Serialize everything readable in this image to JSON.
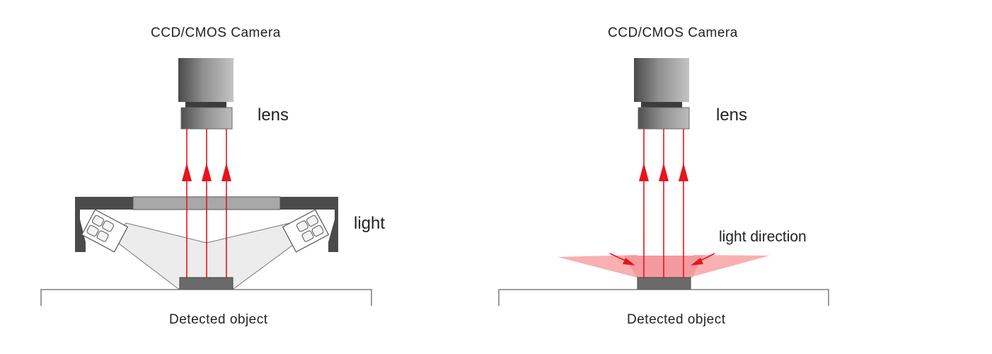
{
  "left_panel": {
    "camera_label": "CCD/CMOS Camera",
    "lens_label": "lens",
    "light_label": "light",
    "object_label": "Detected object"
  },
  "right_panel": {
    "camera_label": "CCD/CMOS Camera",
    "lens_label": "lens",
    "light_direction_label": "light direction",
    "object_label": "Detected object"
  },
  "colors": {
    "ray": "#e8141c",
    "light_fan": "#f8b0b2",
    "light_fan_core": "#f49a9e",
    "diffuser_fill": "#ececec",
    "housing": "#4b4b4b",
    "object": "#6a6a6a"
  }
}
